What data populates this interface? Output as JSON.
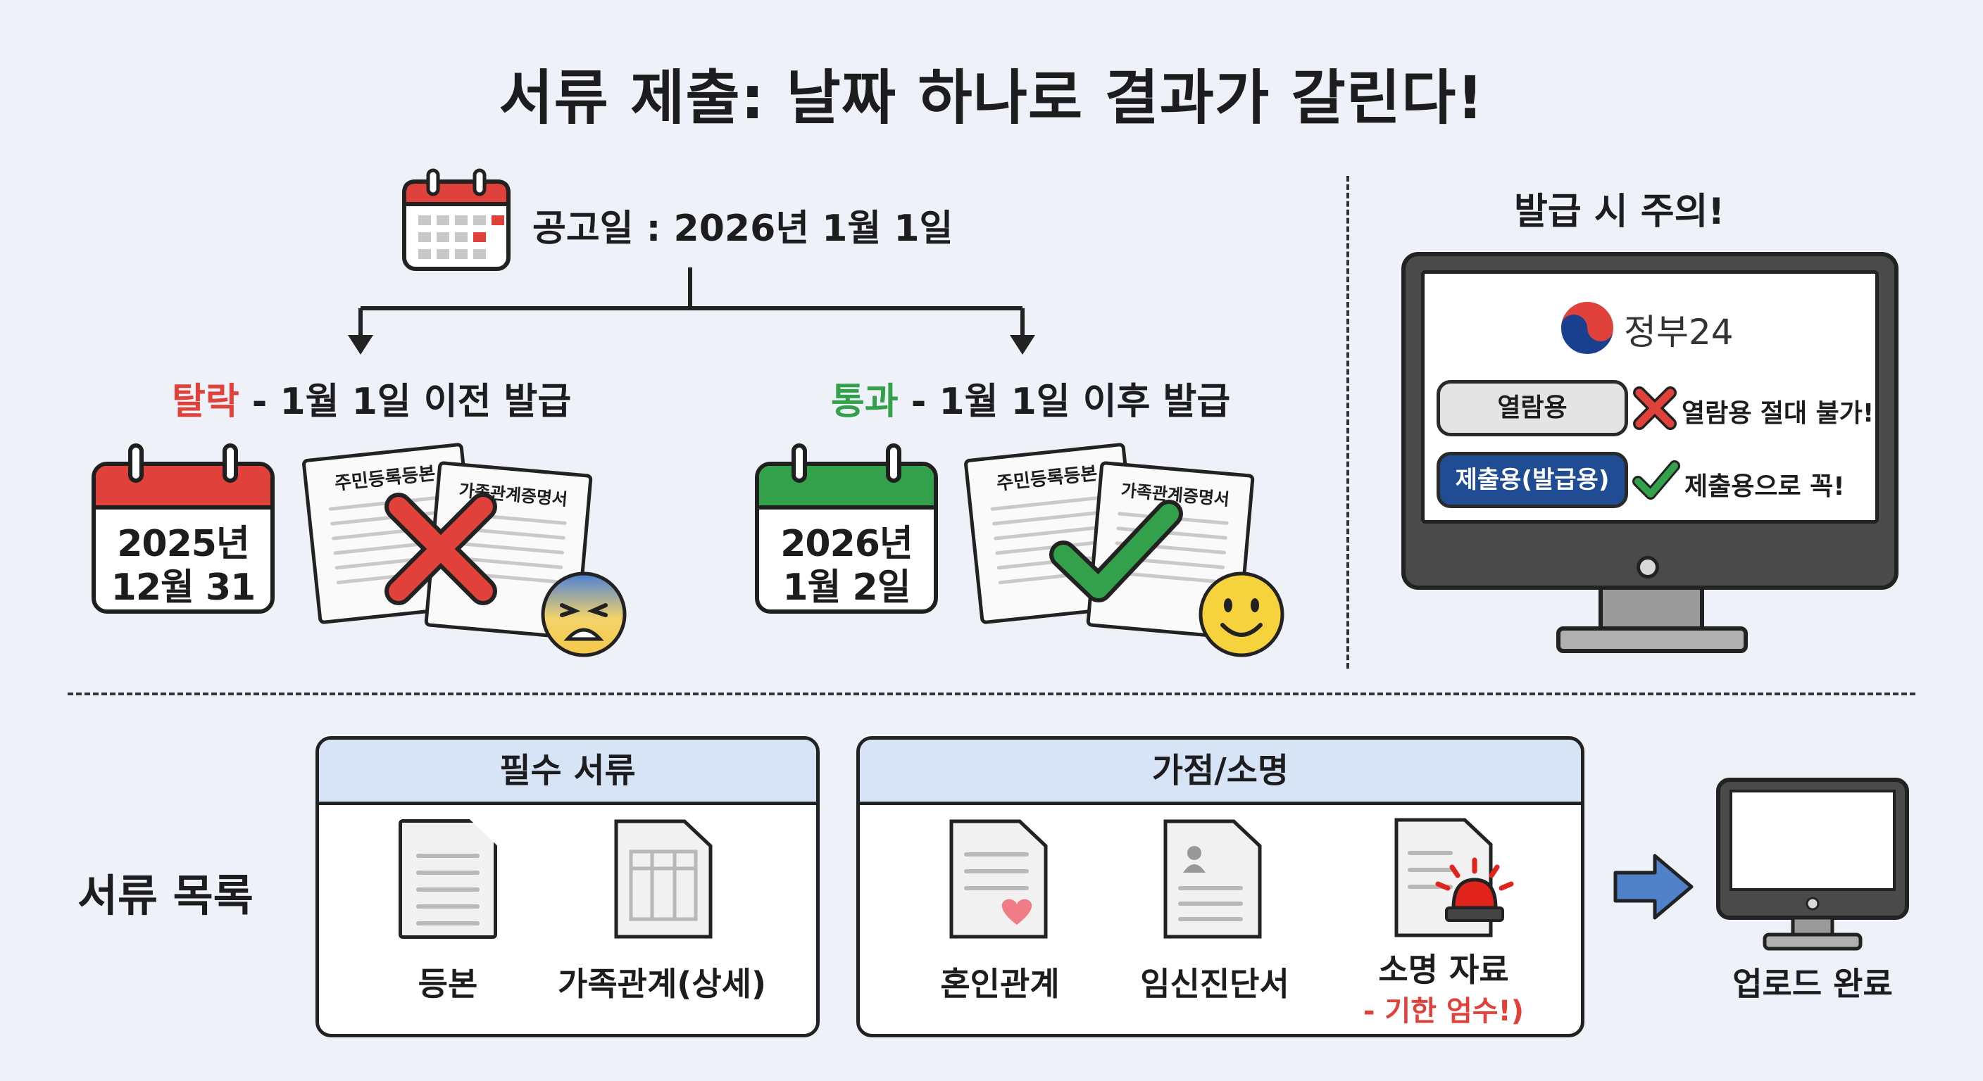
{
  "title": "서류 제출: 날짜 하나로 결과가 갈린다!",
  "announcement": {
    "label": "공고일 : 2026년 1월 1일"
  },
  "fail_branch": {
    "status": "탈락",
    "desc": "- 1월 1일 이전 발급",
    "cal_line1": "2025년",
    "cal_line2": "12월 31일",
    "doc1": "주민등록등본",
    "doc2": "가족관계증명서",
    "color": "#e0413a"
  },
  "pass_branch": {
    "status": "통과",
    "desc": "- 1월 1일 이후 발급",
    "cal_line1": "2026년",
    "cal_line2": "1월 2일",
    "doc1": "주민등록등본",
    "doc2": "가족관계증명서",
    "color": "#33a04b"
  },
  "caution": {
    "heading": "발급 시 주의!",
    "site": "정부24",
    "view_button": "열람용",
    "view_note": "열람용 절대 불가!",
    "submit_button": "제출용(발급용)",
    "submit_note": "제출용으로 꼭!"
  },
  "doc_list": {
    "heading": "서류 목록",
    "required": {
      "header": "필수 서류",
      "items": [
        "등본",
        "가족관계(상세)"
      ]
    },
    "bonus": {
      "header": "가점/소명",
      "items": [
        "혼인관계",
        "임신진단서",
        "소명 자료"
      ],
      "note": "- 기한 엄수!)"
    },
    "final": "업로드 완료"
  }
}
